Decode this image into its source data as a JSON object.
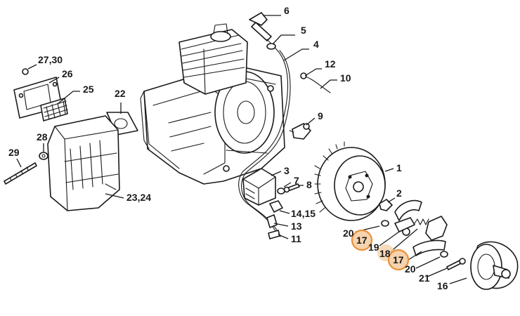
{
  "diagram": {
    "highlight_color": "#e8923a",
    "highlight_fill": "#f6d3ae",
    "callouts": {
      "c6": "6",
      "c5": "5",
      "c4": "4",
      "c12": "12",
      "c10": "10",
      "c2730": "27,30",
      "c26": "26",
      "c25": "25",
      "c22": "22",
      "c9": "9",
      "c28": "28",
      "c29": "29",
      "c3": "3",
      "c7": "7",
      "c8": "8",
      "c1": "1",
      "c2": "2",
      "c2324": "23,24",
      "c1415": "14,15",
      "c13": "13",
      "c11": "11",
      "c20a": "20",
      "c17a": "17",
      "c19": "19",
      "c18": "18",
      "c17b": "17",
      "c20b": "20",
      "c21": "21",
      "c16": "16"
    }
  }
}
